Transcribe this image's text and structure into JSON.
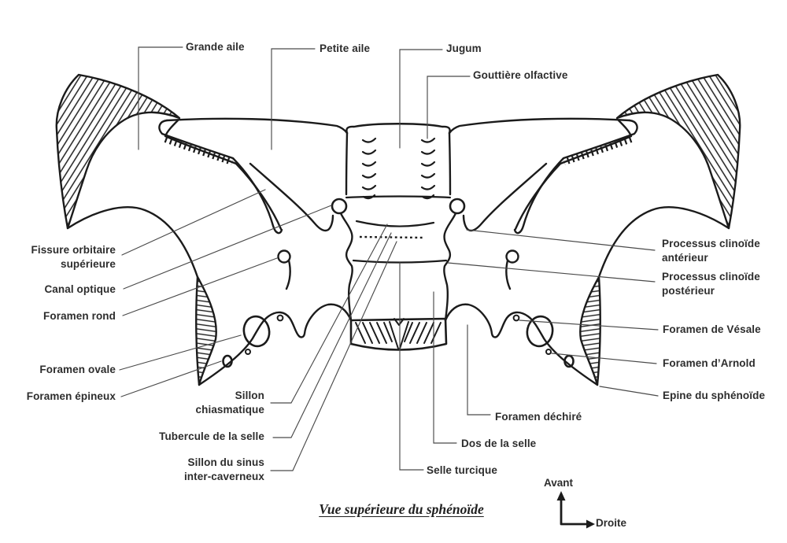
{
  "title": "Vue supérieure du sphénoïde",
  "orientation": {
    "up": "Avant",
    "right": "Droite"
  },
  "colors": {
    "line": "#1b1b1b",
    "leader": "#4a4a4a",
    "text": "#2d2d2d"
  },
  "labels": {
    "grande_aile": "Grande aile",
    "petite_aile": "Petite aile",
    "jugum": "Jugum",
    "gouttiere_olfactive": "Gouttière olfactive",
    "fissure_orbitaire": "Fissure orbitaire supérieure",
    "canal_optique": "Canal optique",
    "foramen_rond": "Foramen rond",
    "foramen_ovale": "Foramen ovale",
    "foramen_epineux": "Foramen épineux",
    "sillon_chiasmatique": "Sillon chiasmatique",
    "tubercule_selle": "Tubercule de la selle",
    "sillon_sinus": "Sillon du sinus inter-caverneux",
    "selle_turcique": "Selle turcique",
    "dos_selle": "Dos de la selle",
    "foramen_dechire": "Foramen déchiré",
    "processus_clinoide_anterieur": "Processus clinoïde antérieur",
    "processus_clinoide_posterieur": "Processus clinoïde postérieur",
    "foramen_vesale": "Foramen de Vésale",
    "foramen_arnold": "Foramen d’Arnold",
    "epine_sphenoide": "Epine du sphénoïde"
  }
}
